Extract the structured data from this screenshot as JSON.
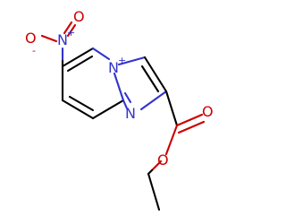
{
  "molecule": {
    "atoms": {
      "nitro_n": {
        "symbol": "N",
        "charge": "+",
        "color": "#3333cc"
      },
      "nitro_o_single": {
        "symbol": "O",
        "charge": "-",
        "color": "#cc0000"
      },
      "nitro_o_double": {
        "symbol": "O",
        "color": "#cc0000"
      },
      "bridgehead_n": {
        "symbol": "N",
        "charge": "+",
        "color": "#3333cc"
      },
      "imidazole_n": {
        "symbol": "N",
        "color": "#3333cc"
      },
      "carbonyl_o": {
        "symbol": "O",
        "color": "#cc0000"
      },
      "ester_o": {
        "symbol": "O",
        "color": "#cc0000"
      }
    },
    "colors": {
      "bond": "#000000",
      "nitrogen": "#3333cc",
      "oxygen": "#cc0000"
    }
  }
}
